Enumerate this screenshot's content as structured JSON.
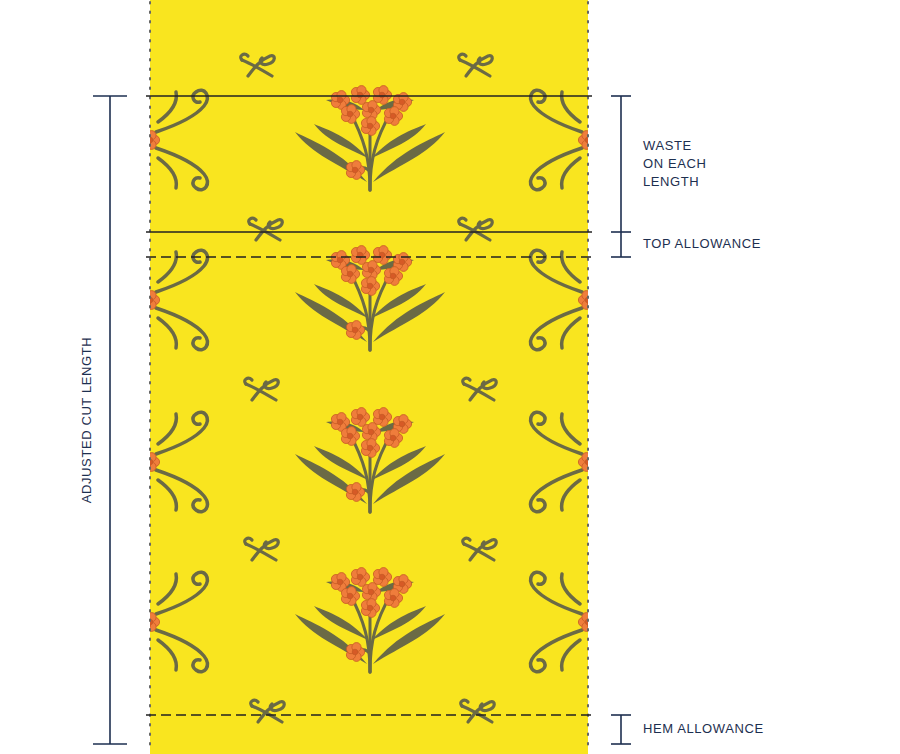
{
  "diagram": {
    "labels": [
      "ADJUSTED CUT LENGTH",
      "WASTE ON EACH LENGTH",
      "TOP ALLOWANCE",
      "HEM ALLOWANCE"
    ]
  }
}
